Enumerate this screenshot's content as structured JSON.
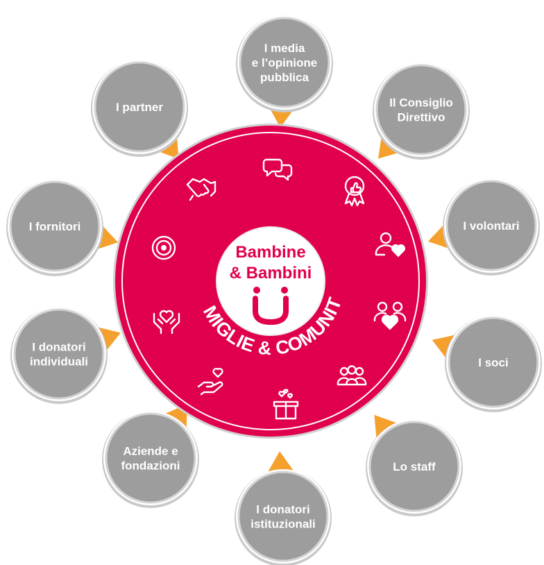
{
  "center": {
    "title_line1": "Bambine",
    "title_line2": "& Bambini",
    "arc_text": "FAMIGLIE & COMUNITÀ"
  },
  "stakeholders": [
    {
      "id": "media",
      "lines": [
        "I media",
        "e l’opinione",
        "pubblica"
      ]
    },
    {
      "id": "consiglio",
      "lines": [
        "Il Consiglio",
        "Direttivo"
      ]
    },
    {
      "id": "volontari",
      "lines": [
        "I volontari"
      ]
    },
    {
      "id": "soci",
      "lines": [
        "I soci"
      ]
    },
    {
      "id": "staff",
      "lines": [
        "Lo staff"
      ]
    },
    {
      "id": "istituzionali",
      "lines": [
        "I donatori",
        "istituzionali"
      ]
    },
    {
      "id": "aziende",
      "lines": [
        "Aziende e",
        "fondazioni"
      ]
    },
    {
      "id": "individuali",
      "lines": [
        "I donatori",
        "individuali"
      ]
    },
    {
      "id": "fornitori",
      "lines": [
        "I fornitori"
      ]
    },
    {
      "id": "partner",
      "lines": [
        "I partner"
      ]
    }
  ],
  "icons": [
    "chat-bubbles-icon",
    "award-thumbs-up-icon",
    "person-heart-icon",
    "people-heart-icon",
    "group-icon",
    "gift-box-hearts-icon",
    "hand-heart-icon",
    "hands-heart-icon",
    "target-icon",
    "handshake-icon"
  ],
  "colors": {
    "ring": "#e0004d",
    "node": "#9d9d9d",
    "node_border": "#d3d3d3",
    "pointer": "#f5a02d",
    "text": "#ffffff"
  }
}
